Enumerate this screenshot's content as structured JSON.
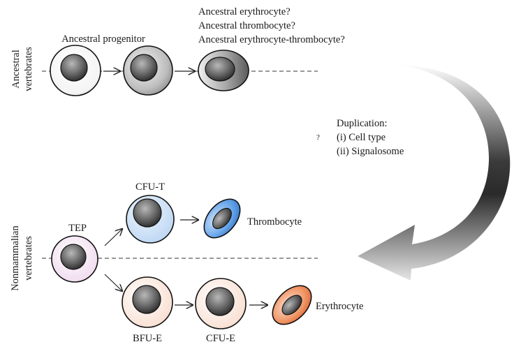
{
  "ancestral": {
    "side_label_line1": "Ancestral",
    "side_label_line2": "vertebrates",
    "progenitor_label": "Ancestral progenitor",
    "candidate_labels": [
      "Ancestral erythrocyte?",
      "Ancestral thrombocyte?",
      "Ancestral erythrocyte-thrombocyte?"
    ]
  },
  "duplication": {
    "question_mark": "?",
    "title": "Duplication:",
    "items": [
      "(i) Cell type",
      "(ii) Signalosome"
    ]
  },
  "nonmammalian": {
    "side_label_line1": "Nonmammalian",
    "side_label_line2": "vertebrates",
    "tep_label": "TEP",
    "cfu_t_label": "CFU-T",
    "thrombocyte_label": "Thrombocyte",
    "bfu_e_label": "BFU-E",
    "cfu_e_label": "CFU-E",
    "erythrocyte_label": "Erythrocyte"
  },
  "colors": {
    "nucleus_dark": "#2e2e2e",
    "nucleus_light": "#9a9a9a",
    "cfu_t_fill": "#d6e6fa",
    "thrombocyte_fill": "#3d86d8",
    "erythroid_fill": "#fde9df",
    "erythrocyte_fill": "#e0622a",
    "tep_fill": "#f6eaf4"
  }
}
